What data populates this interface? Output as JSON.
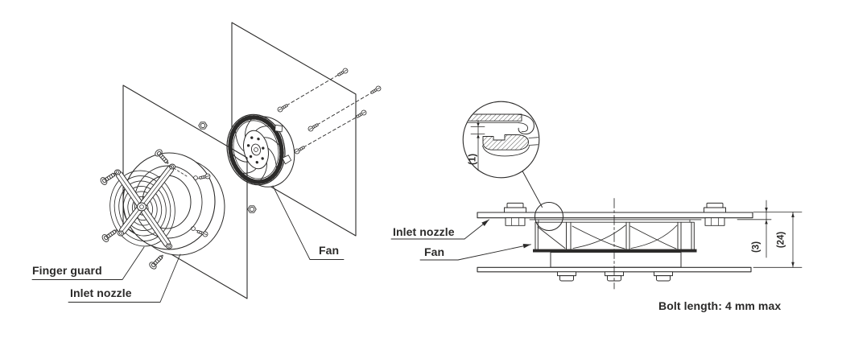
{
  "colors": {
    "line_color": "#2b2a29",
    "background": "#ffffff"
  },
  "exploded_view": {
    "finger_guard_label": "Finger guard",
    "inlet_nozzle_label": "Inlet nozzle",
    "fan_label": "Fan"
  },
  "side_view": {
    "inlet_nozzle_label": "Inlet nozzle",
    "fan_label": "Fan",
    "detail_gap_dim": "(1)",
    "nozzle_depth_dim": "(3)",
    "overall_height_dim": "(24)",
    "bolt_note": "Bolt length: 4 mm max"
  }
}
